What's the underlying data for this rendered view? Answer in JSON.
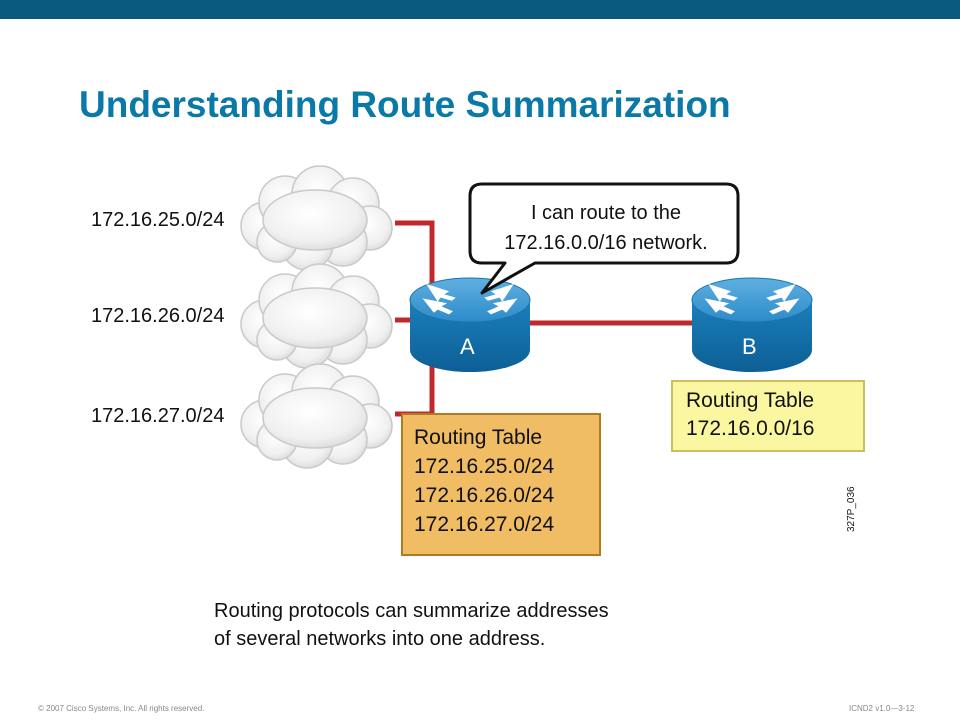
{
  "slide": {
    "title": "Understanding Route Summarization",
    "caption_line1": "Routing protocols can summarize addresses",
    "caption_line2": "of several networks into one address.",
    "figure_id": "327P_036",
    "footer_left": "© 2007 Cisco Systems, Inc. All rights reserved.",
    "footer_right": "ICND2 v1.0—3-12"
  },
  "networks": [
    "172.16.25.0/24",
    "172.16.26.0/24",
    "172.16.27.0/24"
  ],
  "callout": {
    "line1": "I can route to the",
    "line2": "172.16.0.0/16 network."
  },
  "routers": {
    "a": {
      "label": "A"
    },
    "b": {
      "label": "B"
    }
  },
  "routing_table_a": {
    "title": "Routing Table",
    "entries": [
      "172.16.25.0/24",
      "172.16.26.0/24",
      "172.16.27.0/24"
    ]
  },
  "routing_table_b": {
    "title": "Routing Table",
    "entries": [
      "172.16.0.0/16"
    ]
  },
  "colors": {
    "header_bar": "#0a5a80",
    "title": "#0b79a8",
    "link": "#c0282d",
    "router": "#1d84bf",
    "table_a_bg": "#f0bd65",
    "table_b_bg": "#fbf7a0"
  },
  "icons": [
    "cloud-icon",
    "router-icon"
  ]
}
